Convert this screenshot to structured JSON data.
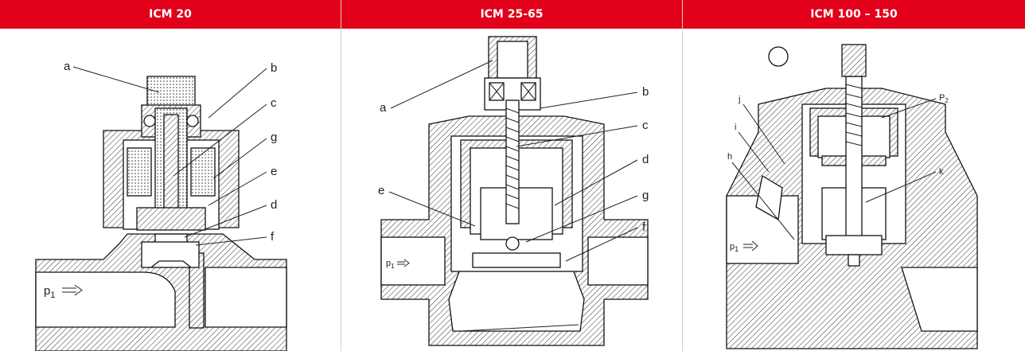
{
  "panels": [
    {
      "title": "ICM 20",
      "labels": {
        "a": "a",
        "b": "b",
        "c": "c",
        "g": "g",
        "e": "e",
        "d": "d",
        "f": "f"
      },
      "port": "p",
      "port_sub": "1"
    },
    {
      "title": "ICM 25-65",
      "labels": {
        "a": "a",
        "b": "b",
        "c": "c",
        "d": "d",
        "e": "e",
        "g": "g",
        "f": "f"
      },
      "port": "p",
      "port_sub": "1"
    },
    {
      "title": "ICM 100 – 150",
      "labels": {
        "j": "j",
        "i": "i",
        "h": "h",
        "k": "k",
        "p2": "P",
        "p2_sub": "2"
      },
      "port": "p",
      "port_sub": "1"
    }
  ],
  "colors": {
    "header_bg": "#e2001a",
    "header_text": "#ffffff"
  }
}
